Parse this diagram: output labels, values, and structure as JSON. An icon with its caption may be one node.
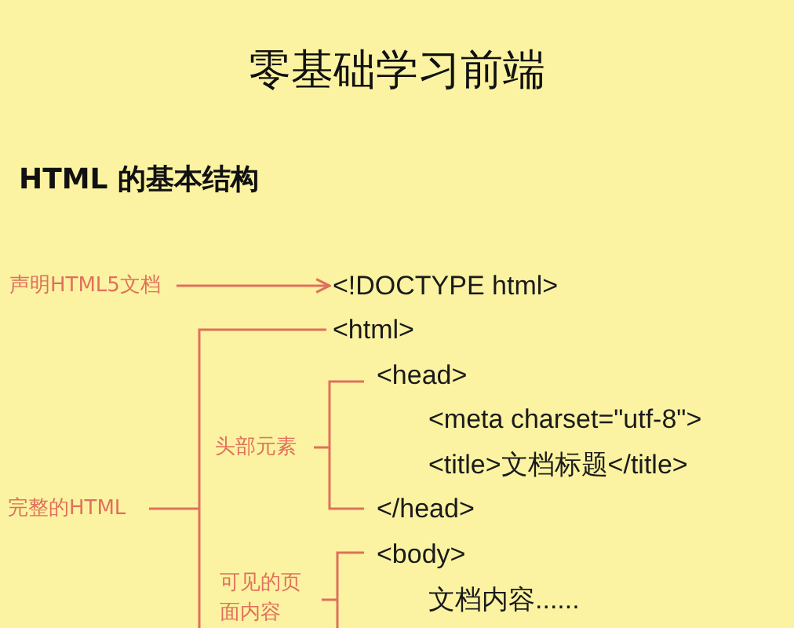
{
  "diagram": {
    "title": "零基础学习前端",
    "nodes": [
      {
        "text": [
          "声明HTML5文档"
        ]
      },
      {
        "text": [
          "<!DOCTYPE html>"
        ]
      }
    ],
    "edges": [
      {
        "from": 0,
        "to": 1,
        "arrow": "to"
      }
    ],
    "labels": [
      "HTML 的基本结构",
      "<html>",
      "<head>",
      "<meta charset=\"utf-8\">",
      "<title>文档标题</title>",
      "头部元素",
      "完整的HTML",
      "</head>",
      "<body>",
      "可见的页面内容",
      "文档内容......"
    ]
  }
}
